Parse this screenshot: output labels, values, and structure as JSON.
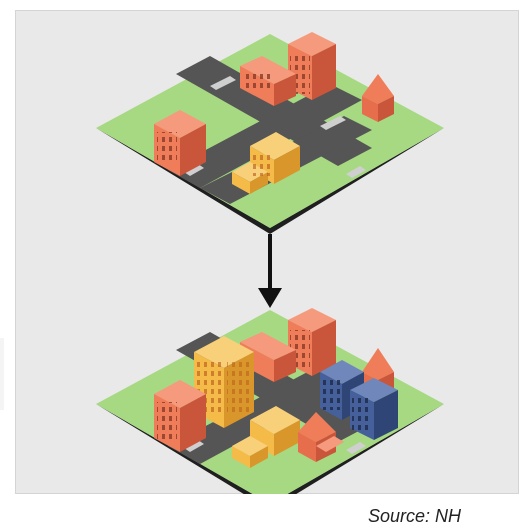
{
  "caption": {
    "source": "Source: NH"
  },
  "colors": {
    "background": "#e9e9e9",
    "grass": "#a6d982",
    "road": "#555555",
    "sidewalk": "#cfcfcf",
    "shadow": "#1f1f1f",
    "building_red": "#f07d5a",
    "building_yellow": "#f5bb48",
    "building_blue": "#45609a",
    "arrow": "#111111"
  },
  "diagram": {
    "panels": [
      {
        "name": "city-before",
        "description_tag": "low-density"
      },
      {
        "name": "city-after",
        "description_tag": "high-density"
      }
    ],
    "arrow_direction": "down"
  }
}
